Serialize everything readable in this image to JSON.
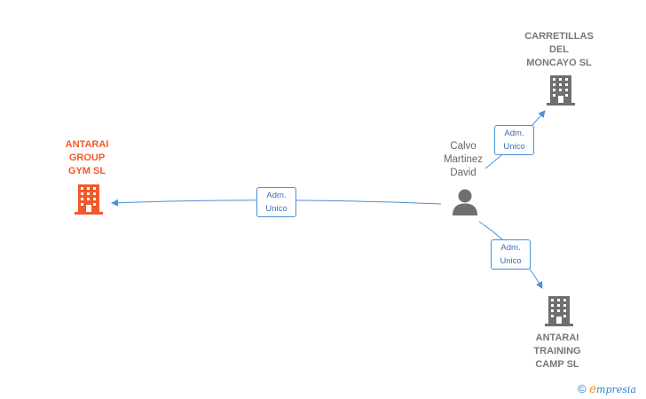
{
  "nodes": {
    "antarai_group": {
      "label": "ANTARAI\nGROUP\nGYM  SL",
      "color": "#f05a2b"
    },
    "carretillas": {
      "label": "CARRETILLAS\nDEL\nMONCAYO SL",
      "color": "#6f6f6f"
    },
    "antarai_training": {
      "label": "ANTARAI\nTRAINING\nCAMP  SL",
      "color": "#6f6f6f"
    },
    "person": {
      "label": "Calvo\nMartinez\nDavid",
      "color": "#6f6f6f"
    }
  },
  "edges": {
    "to_antarai_group": {
      "label": "Adm.\nUnico"
    },
    "to_carretillas": {
      "label": "Adm.\nUnico"
    },
    "to_antarai_training": {
      "label": "Adm.\nUnico"
    }
  },
  "footer": {
    "copyright": "©",
    "brand_e": "e",
    "brand_rest": "mpresia"
  },
  "colors": {
    "edge": "#4a8fd8",
    "highlight": "#f05a2b",
    "building": "#6f6f6f"
  }
}
